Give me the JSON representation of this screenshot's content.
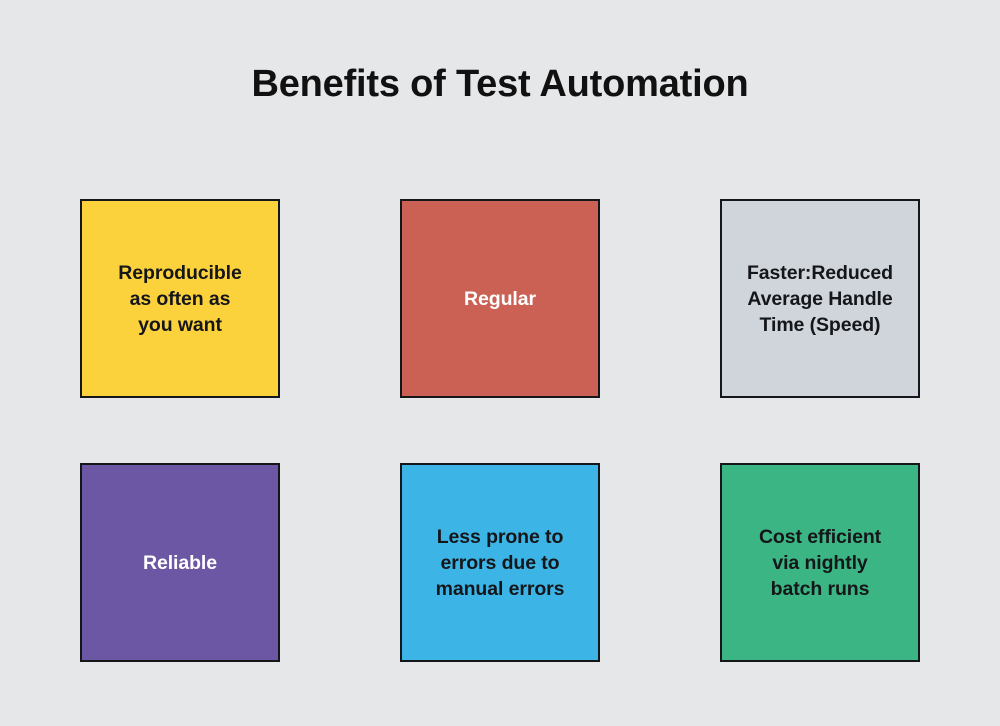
{
  "slide": {
    "title": "Benefits of Test Automation",
    "background_color": "#E5E7E9",
    "title_color": "#111111",
    "border_color": "#15161A"
  },
  "cards": [
    {
      "id": "reproducible",
      "label": "Reproducible\nas often as\nyou want",
      "fill": "#FCD23C",
      "text_color": "#15161A",
      "text_tone": "dark"
    },
    {
      "id": "regular",
      "label": "Regular",
      "fill": "#CB6154",
      "text_color": "#FFFFFF",
      "text_tone": "light"
    },
    {
      "id": "faster-reduced-average-handle-time",
      "label": "Faster:Reduced\nAverage Handle\nTime (Speed)",
      "fill": "#CFD5DA",
      "text_color": "#15161A",
      "text_tone": "dark"
    },
    {
      "id": "reliable",
      "label": "Reliable",
      "fill": "#6C57A4",
      "text_color": "#FFFFFF",
      "text_tone": "light"
    },
    {
      "id": "less-prone-to-errors",
      "label": "Less prone to\nerrors due to\nmanual errors",
      "fill": "#3CB4E5",
      "text_color": "#15161A",
      "text_tone": "dark"
    },
    {
      "id": "cost-efficient",
      "label": "Cost efficient\nvia nightly\nbatch runs",
      "fill": "#3BB583",
      "text_color": "#15161A",
      "text_tone": "dark"
    }
  ]
}
